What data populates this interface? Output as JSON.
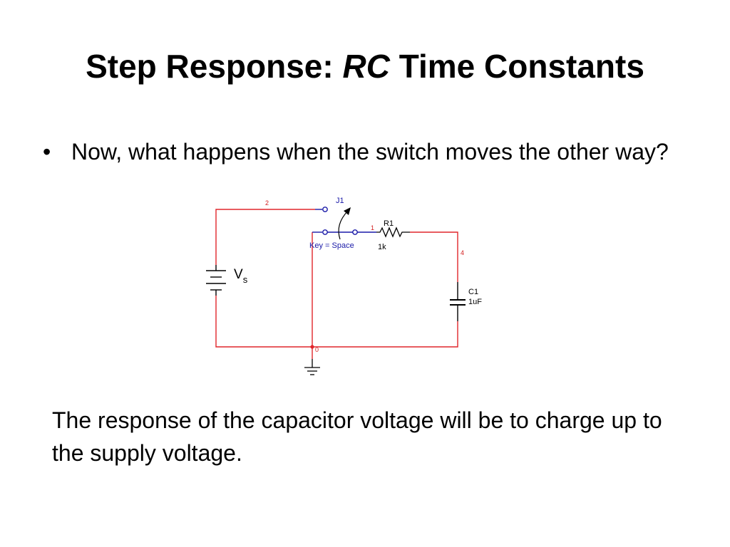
{
  "slide": {
    "title_part1": "Step Response: ",
    "title_italic": "RC",
    "title_part2": " Time Constants",
    "bullet_marker": "•",
    "bullet_text": "Now, what happens when the switch moves the other way?",
    "conclusion": "The response of the capacitor voltage will be to charge up to the supply voltage."
  },
  "circuit": {
    "switch_label": "J1",
    "switch_key": "Key = Space",
    "resistor_label": "R1",
    "resistor_value": "1k",
    "capacitor_label": "C1",
    "capacitor_value": "1uF",
    "source_label": "V",
    "source_subscript": "s",
    "node_top": "2",
    "node_switch_out": "1",
    "node_right": "4",
    "node_ground": "0",
    "colors": {
      "wire": "#e0262b",
      "component": "#1a1aa8",
      "node_label": "#d42020",
      "body": "#000000"
    }
  }
}
